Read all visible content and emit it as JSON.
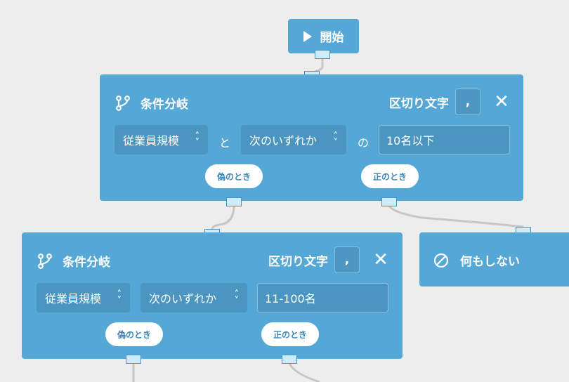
{
  "start_node": {
    "label": "開始",
    "icon": "play-icon"
  },
  "branch_nodes": [
    {
      "title": "条件分岐",
      "separator_label": "区切り文字",
      "separator_value": ",",
      "field_select": "従業員規模",
      "connector_to": "と",
      "match_select": "次のいずれか",
      "connector_of": "の",
      "value": "10名以下",
      "false_label": "偽のとき",
      "true_label": "正のとき"
    },
    {
      "title": "条件分岐",
      "separator_label": "区切り文字",
      "separator_value": ",",
      "field_select": "従業員規模",
      "match_select": "次のいずれか",
      "value": "11-100名",
      "false_label": "偽のとき",
      "true_label": "正のとき"
    }
  ],
  "do_nothing_node": {
    "label": "何もしない",
    "icon": "no-entry-icon"
  },
  "colors": {
    "node": "#55a8d6",
    "field": "#4b96c1",
    "canvas": "#ededed",
    "wire": "#c6c6c6"
  }
}
